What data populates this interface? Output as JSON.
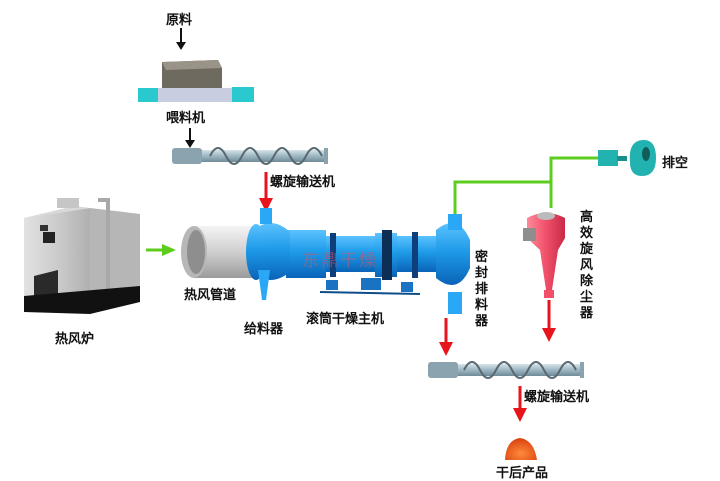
{
  "title": "滚筒干燥机工艺流程图",
  "watermark": "东鼎干燥",
  "labels": {
    "raw_material": "原料",
    "feeder": "喂料机",
    "screw_conveyor_top": "螺旋输送机",
    "hot_air_furnace": "热风炉",
    "hot_air_duct": "热风管道",
    "feed_device": "给料器",
    "drum_dryer": "滚筒干燥主机",
    "sealed_discharger": "密封排料器",
    "cyclone": "高效旋风除尘器",
    "exhaust": "排空",
    "screw_conveyor_bottom": "螺旋输送机",
    "product": "干后产品"
  },
  "colors": {
    "material_flow": "#e8141c",
    "air_flow": "#5ccc1e",
    "dryer_body": "#1e9be8",
    "cyclone_body": "#f0506a",
    "fan_body": "#22b3b0",
    "product_pile": "#e8561c"
  }
}
